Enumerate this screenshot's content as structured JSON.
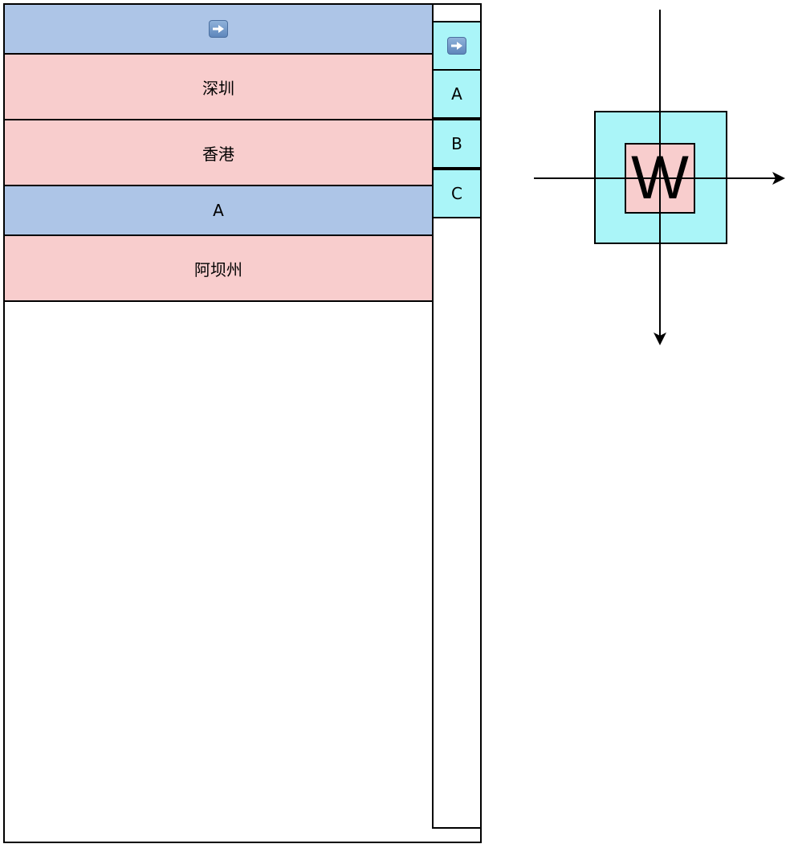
{
  "table": {
    "rows": [
      {
        "type": "header",
        "text": ""
      },
      {
        "type": "cell",
        "text": "深圳"
      },
      {
        "type": "cell",
        "text": "香港"
      },
      {
        "type": "header",
        "text": "A"
      },
      {
        "type": "cell",
        "text": "阿坝州"
      }
    ]
  },
  "index_bar": {
    "items": [
      "",
      "A",
      "B",
      "C"
    ]
  },
  "diagram": {
    "letter": "W"
  },
  "colors": {
    "header_fill": "#adc5e7",
    "cell_fill": "#f8cdcd",
    "index_fill": "#aaf5f8",
    "outline": "#000000"
  },
  "icons": {
    "current_location": "right-arrow-emoji-icon"
  }
}
